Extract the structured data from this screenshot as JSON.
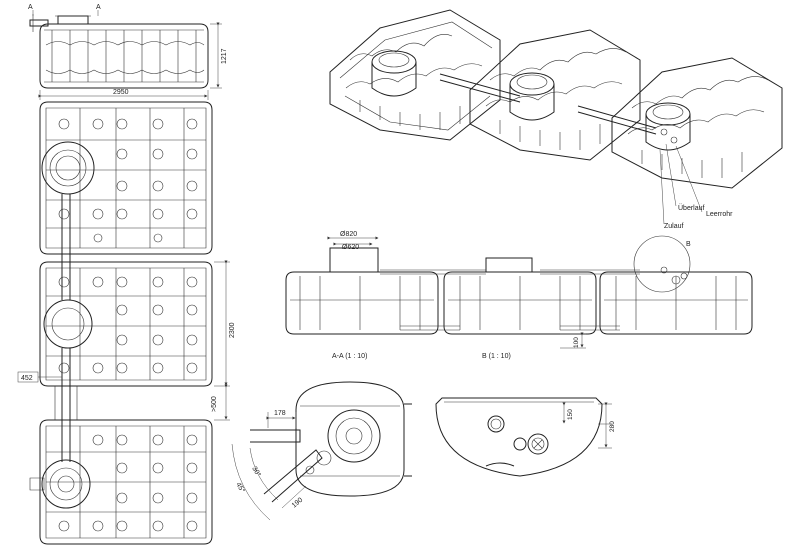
{
  "section_marks": {
    "left": "A",
    "right": "A"
  },
  "top_view": {
    "width_label": "2950",
    "height_label": "1217"
  },
  "plan_view": {
    "dim_2300": "2300",
    "dim_500": ">500",
    "dim_452": "452"
  },
  "iso_view": {
    "labels": {
      "ueberlauf": "Überlauf",
      "leerrohr": "Leerrohr",
      "zulauf": "Zulauf"
    }
  },
  "side_view": {
    "dia_820": "Ø820",
    "dia_620": "Ø620",
    "detail_mark": "B",
    "dim_100": "100"
  },
  "captions": {
    "section_aa": "A-A (1 : 10)",
    "detail_b": "B (1 : 10)"
  },
  "section_aa": {
    "dim_178": "178",
    "angle_30": "30°",
    "angle_45": "45°",
    "dim_190": "190"
  },
  "detail_b": {
    "dim_150": "150",
    "dim_280": "280"
  }
}
